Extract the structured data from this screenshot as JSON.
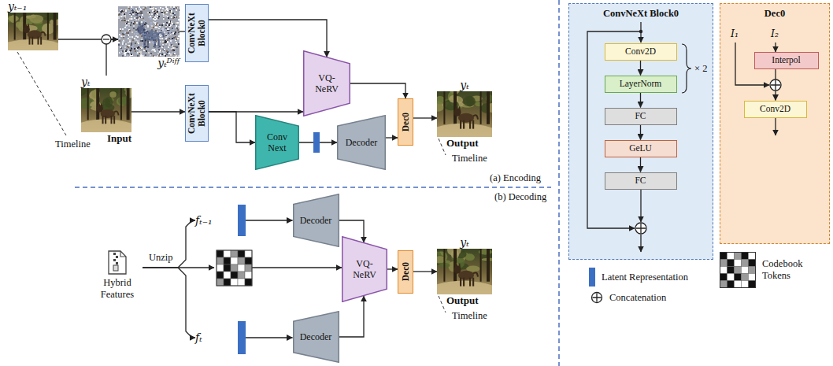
{
  "diagram": {
    "nodes": [
      {
        "text": [
          "yₜ₋₁"
        ]
      },
      {
        "text": [
          "yₜᴰⁱᶠᶠ"
        ]
      },
      {
        "text": [
          "ConvNeXt Block0"
        ]
      },
      {
        "text": [
          "VQ-NeRV"
        ]
      },
      {
        "text": [
          "yₜ",
          "Input"
        ]
      },
      {
        "text": [
          "ConvNeXt Block0"
        ]
      },
      {
        "text": [
          "Conv Next"
        ]
      },
      {
        "text": [
          "Decoder"
        ]
      },
      {
        "text": [
          "Dec0"
        ]
      },
      {
        "text": [
          "yₜ",
          "Output"
        ]
      },
      {
        "text": [
          "fₜ₋₁"
        ]
      },
      {
        "text": [
          "Decoder"
        ]
      },
      {
        "text": [
          "Hybrid Features"
        ]
      },
      {
        "text": [
          "VQ-NeRV"
        ]
      },
      {
        "text": [
          "Dec0"
        ]
      },
      {
        "text": [
          "yₜ",
          "Output"
        ]
      },
      {
        "text": [
          "fₜ"
        ]
      },
      {
        "text": [
          "Decoder"
        ]
      },
      {
        "text": [
          "ConvNeXt Block0"
        ]
      },
      {
        "text": [
          "Conv2D"
        ],
        "in": 18
      },
      {
        "text": [
          "LayerNorm"
        ],
        "in": 18
      },
      {
        "text": [
          "FC"
        ],
        "in": 18
      },
      {
        "text": [
          "GeLU"
        ],
        "in": 18
      },
      {
        "text": [
          "FC"
        ],
        "in": 18
      },
      {
        "text": [
          "Dec0"
        ]
      },
      {
        "text": [
          "Interpol"
        ],
        "in": 24
      },
      {
        "text": [
          "Conv2D"
        ],
        "in": 24
      }
    ],
    "edges": [
      {
        "from": 0,
        "to": 1,
        "arrow": "none"
      },
      {
        "from": 4,
        "to": 1,
        "arrow": "to"
      },
      {
        "from": 1,
        "to": 2,
        "arrow": "none"
      },
      {
        "from": 2,
        "to": 3,
        "arrow": "to"
      },
      {
        "from": 4,
        "to": 5,
        "arrow": "to"
      },
      {
        "from": 5,
        "to": 3,
        "arrow": "to"
      },
      {
        "from": 5,
        "to": 6,
        "arrow": "to"
      },
      {
        "from": 6,
        "to": 7,
        "arrow": "to"
      },
      {
        "from": 3,
        "to": 8,
        "arrow": "to"
      },
      {
        "from": 7,
        "to": 8,
        "arrow": "to"
      },
      {
        "from": 8,
        "to": 9,
        "arrow": "to"
      },
      {
        "from": 12,
        "to": 10,
        "arrow": "to"
      },
      {
        "from": 12,
        "to": 16,
        "arrow": "to"
      },
      {
        "from": 10,
        "to": 11,
        "arrow": "to"
      },
      {
        "from": 11,
        "to": 13,
        "arrow": "to"
      },
      {
        "from": 17,
        "to": 13,
        "arrow": "to"
      },
      {
        "from": 16,
        "to": 17,
        "arrow": "to"
      },
      {
        "from": 13,
        "to": 14,
        "arrow": "to"
      },
      {
        "from": 14,
        "to": 15,
        "arrow": "to"
      },
      {
        "from": 19,
        "to": 20,
        "arrow": "to"
      },
      {
        "from": 20,
        "to": 21,
        "arrow": "to"
      },
      {
        "from": 21,
        "to": 22,
        "arrow": "to"
      },
      {
        "from": 22,
        "to": 23,
        "arrow": "to"
      },
      {
        "from": 25,
        "to": 26,
        "arrow": "to"
      }
    ],
    "labels": [
      "Timeline",
      "Timeline",
      "(a) Encoding",
      "(b) Decoding",
      "Unzip",
      "Timeline",
      "× 2",
      "I₁",
      "I₂"
    ],
    "legend": [
      {
        "text": "Latent Representation",
        "color": "#3b6fc4"
      },
      {
        "text": "Concatenation"
      },
      {
        "text": "Codebook Tokens"
      }
    ]
  }
}
